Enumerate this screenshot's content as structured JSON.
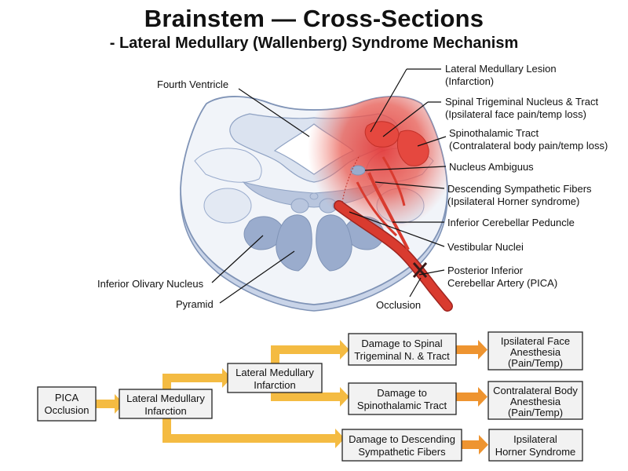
{
  "title": {
    "line1": "Brainstem — Cross-Sections",
    "line2": "- Lateral Medullary (Wallenberg) Syndrome Mechanism"
  },
  "labels": {
    "fourth_ventricle": "Fourth Ventricle",
    "lesion_1": "Lateral Medullary Lesion",
    "lesion_2": "(Infarction)",
    "trigeminal_1": "Spinal Trigeminal Nucleus & Tract",
    "trigeminal_2": "(Ipsilateral face pain/temp loss)",
    "spinothalamic_1": "Spinothalamic Tract",
    "spinothalamic_2": "(Contralateral body pain/temp loss)",
    "ambiguus": "Nucleus Ambiguus",
    "sympathetic_1": "Descending Sympathetic Fibers",
    "sympathetic_2": "(Ipsilateral Horner syndrome)",
    "peduncle": "Inferior Cerebellar Peduncle",
    "vestibular": "Vestibular Nuclei",
    "pica_1": "Posterior Inferior",
    "pica_2": "Cerebellar Artery (PICA)",
    "occlusion": "Occlusion",
    "olivary": "Inferior Olivary Nucleus",
    "pyramid": "Pyramid"
  },
  "flow": {
    "pica_1": "PICA",
    "pica_2": "Occlusion",
    "infarct_a_1": "Lateral Medullary",
    "infarct_a_2": "Infarction",
    "infarct_b_1": "Lateral Medullary",
    "infarct_b_2": "Infarction",
    "dmg_trig_1": "Damage to Spinal",
    "dmg_trig_2": "Trigeminal N. & Tract",
    "dmg_spino_1": "Damage to",
    "dmg_spino_2": "Spinothalamic Tract",
    "dmg_symp_1": "Damage to Descending",
    "dmg_symp_2": "Sympathetic Fibers",
    "res_face_1": "Ipsilateral Face",
    "res_face_2": "Anesthesia",
    "res_face_3": "(Pain/Temp)",
    "res_body_1": "Contralateral Body",
    "res_body_2": "Anesthesia",
    "res_body_3": "(Pain/Temp)",
    "res_horner_1": "Ipsilateral",
    "res_horner_2": "Horner Syndrome"
  },
  "colors": {
    "tissue_fill": "#f1f4f9",
    "tissue_edge": "#7f93b6",
    "structure_fill": "#b9c6de",
    "structure_dark": "#9aaccd",
    "lesion_red": "#e23a3a",
    "artery_red": "#d93b2f",
    "flow_arrow": "#f4bb42",
    "result_arrow": "#ee9430"
  }
}
